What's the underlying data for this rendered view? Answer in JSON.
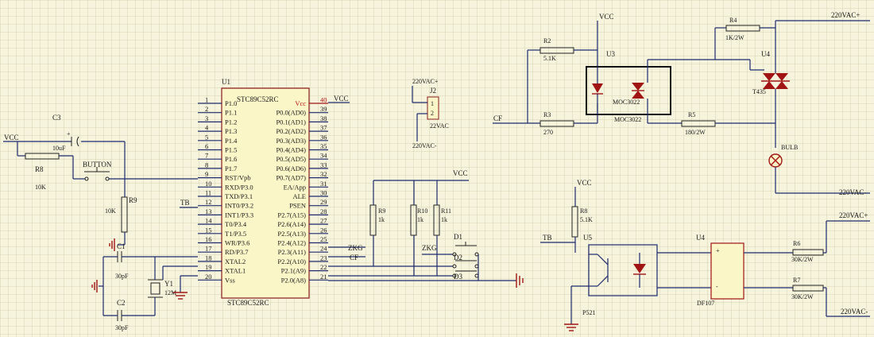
{
  "colors": {
    "background": "#f6f4dc",
    "grid": "#cfcba8",
    "wire": "#1e2a6e",
    "pin_red": "#a11414",
    "ic_fill": "#fbf6c8"
  },
  "u1": {
    "designator": "U1",
    "part": "STC89C52RC",
    "part_bottom": "STC89C52RC",
    "left_pins": [
      {
        "num": "1",
        "name": "P1.0"
      },
      {
        "num": "2",
        "name": "P1.1"
      },
      {
        "num": "3",
        "name": "P1.2"
      },
      {
        "num": "4",
        "name": "P1.3"
      },
      {
        "num": "5",
        "name": "P1.4"
      },
      {
        "num": "6",
        "name": "P1.5"
      },
      {
        "num": "7",
        "name": "P1.6"
      },
      {
        "num": "8",
        "name": "P1.7"
      },
      {
        "num": "9",
        "name": "RST/Vpb"
      },
      {
        "num": "10",
        "name": "RXD/P3.0"
      },
      {
        "num": "11",
        "name": "TXD/P3.1"
      },
      {
        "num": "12",
        "name": "INT0/P3.2"
      },
      {
        "num": "13",
        "name": "INT1/P3.3"
      },
      {
        "num": "14",
        "name": "T0/P3.4"
      },
      {
        "num": "15",
        "name": "T1/P3.5"
      },
      {
        "num": "16",
        "name": "WR/P3.6"
      },
      {
        "num": "17",
        "name": "RD/P3.7"
      },
      {
        "num": "18",
        "name": "XTAL2"
      },
      {
        "num": "19",
        "name": "XTAL1"
      },
      {
        "num": "20",
        "name": "Vss"
      }
    ],
    "right_pins": [
      {
        "num": "40",
        "name": "Vcc"
      },
      {
        "num": "39",
        "name": "P0.0(AD0)"
      },
      {
        "num": "38",
        "name": "P0.1(AD1)"
      },
      {
        "num": "37",
        "name": "P0.2(AD2)"
      },
      {
        "num": "36",
        "name": "P0.3(AD3)"
      },
      {
        "num": "35",
        "name": "P0.4(AD4)"
      },
      {
        "num": "34",
        "name": "P0.5(AD5)"
      },
      {
        "num": "33",
        "name": "P0.6(AD6)"
      },
      {
        "num": "32",
        "name": "P0.7(AD7)"
      },
      {
        "num": "31",
        "name": "EA/App"
      },
      {
        "num": "30",
        "name": "ALE"
      },
      {
        "num": "29",
        "name": "PSEN"
      },
      {
        "num": "28",
        "name": "P2.7(A15)"
      },
      {
        "num": "27",
        "name": "P2.6(A14)"
      },
      {
        "num": "26",
        "name": "P2.5(A13)"
      },
      {
        "num": "25",
        "name": "P2.4(A12)"
      },
      {
        "num": "24",
        "name": "P2.3(A11)"
      },
      {
        "num": "23",
        "name": "P2.2(A10)"
      },
      {
        "num": "22",
        "name": "P2.1(A9)"
      },
      {
        "num": "21",
        "name": "P2.0(A8)"
      }
    ],
    "vcc_net": "VCC"
  },
  "left": {
    "vcc": "VCC",
    "c3": {
      "ref": "C3",
      "value": "10uF"
    },
    "r8": {
      "ref": "R8",
      "value": "10K"
    },
    "button": {
      "ref": "BUTTON"
    },
    "r9": {
      "ref": "R9",
      "value": "10K"
    },
    "c1": {
      "ref": "C1",
      "value": "30pF"
    },
    "c2": {
      "ref": "C2",
      "value": "30pF"
    },
    "y1": {
      "ref": "Y1",
      "value": "12M"
    },
    "tb": "TB"
  },
  "mid": {
    "j2": {
      "ref": "J2",
      "value": "22VAC",
      "top": "220VAC+",
      "bottom": "220VAC-",
      "pin1": "1",
      "pin2": "2"
    },
    "vcc": "VCC",
    "r9": {
      "ref": "R9",
      "value": "1k"
    },
    "r10": {
      "ref": "R10",
      "value": "1k"
    },
    "r11": {
      "ref": "R11",
      "value": "1k"
    },
    "zkg1": "ZKG",
    "cf": "CF",
    "zkg2": "ZKG",
    "d1": "D1",
    "d2": "D2",
    "d3": "D3"
  },
  "top_right": {
    "vcc": "VCC",
    "r2": {
      "ref": "R2",
      "value": "5.1K"
    },
    "r3": {
      "ref": "R3",
      "value": "270"
    },
    "u3": {
      "ref": "U3",
      "part": "MOC3022",
      "part2": "MOC3022"
    },
    "r4": {
      "ref": "R4",
      "value": "1K/2W"
    },
    "r5": {
      "ref": "R5",
      "value": "180/2W"
    },
    "u4": {
      "ref": "U4",
      "part": "T435"
    },
    "bulb": "BULB",
    "ac_plus": "220VAC+",
    "ac_minus": "220VAC-",
    "cf": "CF"
  },
  "bottom_right": {
    "vcc": "VCC",
    "r8": {
      "ref": "R8",
      "value": "5.1K"
    },
    "tb": "TB",
    "u5": {
      "ref": "U5",
      "part": "P521"
    },
    "u4": {
      "ref": "U4",
      "part": "DF107",
      "plus": "+",
      "minus": "-"
    },
    "r6": {
      "ref": "R6",
      "value": "30K/2W"
    },
    "r7": {
      "ref": "R7",
      "value": "30K/2W"
    },
    "ac_plus": "220VAC+",
    "ac_minus": "220VAC-"
  }
}
